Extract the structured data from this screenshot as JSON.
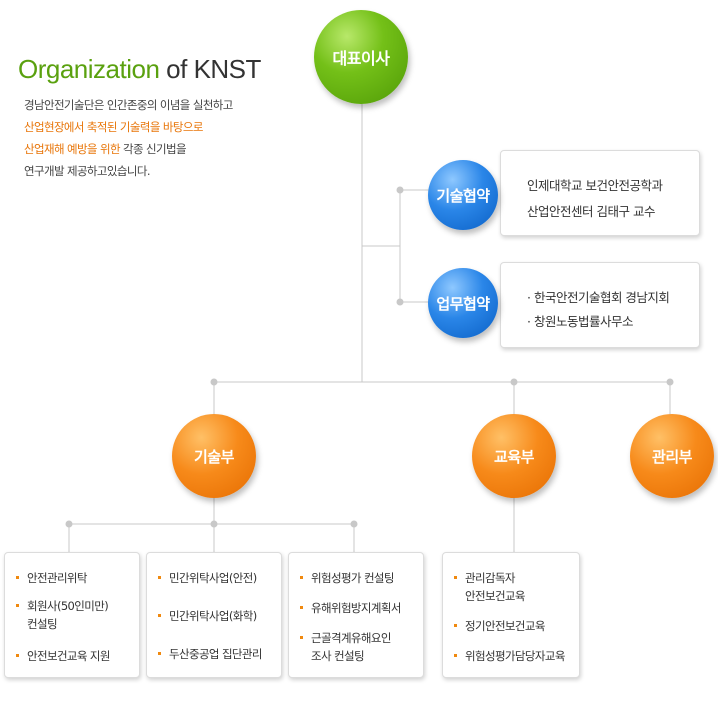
{
  "header": {
    "title_part1": "Organization",
    "title_part2": "of KNST",
    "intro_line1": "경남안전기술단은 인간존중의 이념을 실천하고",
    "intro_line2_hl": "산업현장에서 축적된 기술력을 바탕으로",
    "intro_line3_hl": "산업재해 예방을 위한",
    "intro_line3_rest": " 각종 신기법을",
    "intro_line4": "연구개발 제공하고있습니다."
  },
  "ceo": {
    "label": "대표이사"
  },
  "cooperation": [
    {
      "label": "기술협약",
      "lines": [
        "인제대학교 보건안전공학과",
        "산업안전센터 김태구 교수"
      ]
    },
    {
      "label": "업무협약",
      "lines": [
        "· 한국안전기술협회 경남지회",
        "· 창원노동법률사무소"
      ]
    }
  ],
  "departments": {
    "tech": "기술부",
    "edu": "교육부",
    "admin": "관리부"
  },
  "tech_groups": [
    [
      "안전관리위탁",
      "회원사(50인미만)\n컨설팅",
      "안전보건교육 지원"
    ],
    [
      "민간위탁사업(안전)",
      "민간위탁사업(화학)",
      "두산중공업 집단관리"
    ],
    [
      "위험성평가 컨설팅",
      "유해위험방지계획서",
      "근골격계유해요인\n조사 컨설팅"
    ]
  ],
  "edu_group": [
    "관리감독자\n안전보건교육",
    "정기안전보건교육",
    "위험성평가담당자교육"
  ],
  "colors": {
    "ceo_green": "#6ab414",
    "coop_blue": "#1a72d6",
    "dept_orange": "#f4820f",
    "bullet_orange": "#f0890f",
    "connector_gray": "#c8c8c8"
  }
}
